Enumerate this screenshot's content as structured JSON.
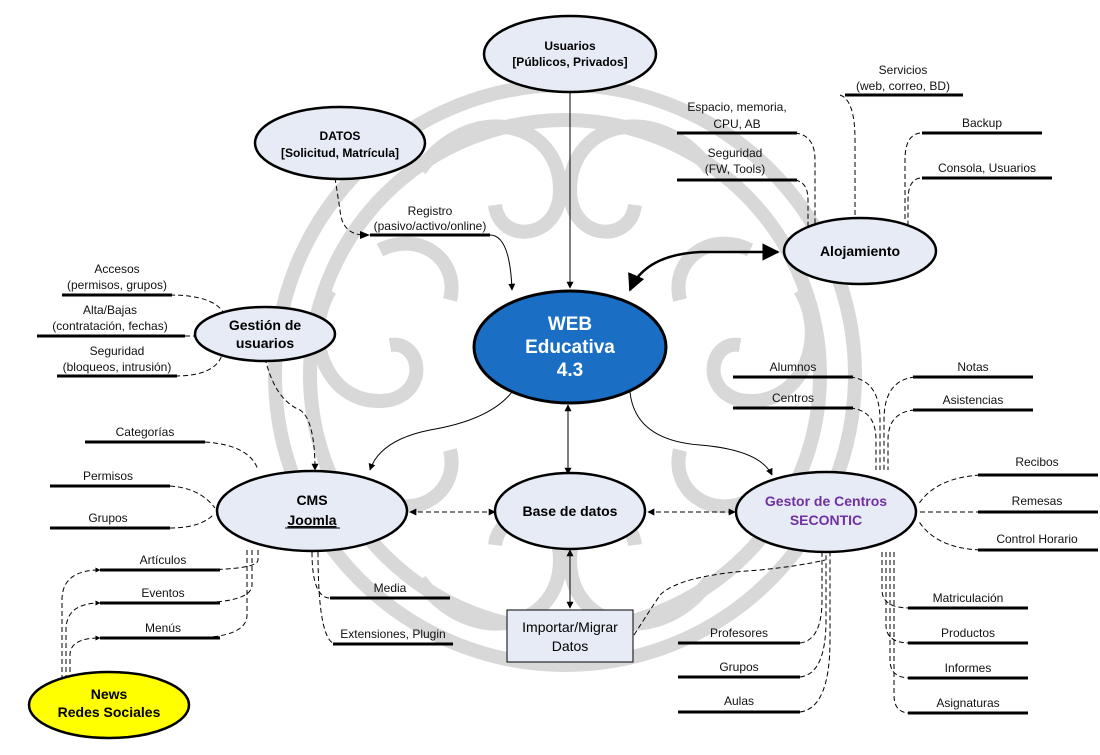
{
  "nodes": {
    "usuarios": {
      "line1": "Usuarios",
      "line2": "[Públicos, Privados]"
    },
    "datos": {
      "line1": "DATOS",
      "line2": "[Solicitud, Matrícula]"
    },
    "web": {
      "line1": "WEB",
      "line2": "Educativa",
      "line3": "4.3"
    },
    "alojamiento": {
      "line1": "Alojamiento"
    },
    "gestion_usuarios": {
      "line1": "Gestión de",
      "line2": "usuarios"
    },
    "cms": {
      "line1": "CMS",
      "line2": "Joomla"
    },
    "base_datos": {
      "line1": "Base de datos"
    },
    "gestor": {
      "line1": "Gestor de Centros",
      "line2": "SECONTIC"
    },
    "importar": {
      "line1": "Importar/Migrar",
      "line2": "Datos"
    },
    "news": {
      "line1": "News",
      "line2": "Redes Sociales"
    }
  },
  "labels": {
    "registro": {
      "line1": "Registro",
      "line2": "(pasivo/activo/online)"
    },
    "espacio": {
      "line1": "Espacio, memoria,",
      "line2": "CPU, AB"
    },
    "seguridad_fw": {
      "line1": "Seguridad",
      "line2": "(FW, Tools)"
    },
    "servicios": {
      "line1": "Servicios",
      "line2": "(web, correo, BD)"
    },
    "backup": "Backup",
    "consola": "Consola, Usuarios",
    "accesos": {
      "line1": "Accesos",
      "line2": "(permisos, grupos)"
    },
    "altabajas": {
      "line1": "Alta/Bajas",
      "line2": "(contratación, fechas)"
    },
    "seguridad_bloq": {
      "line1": "Seguridad",
      "line2": "(bloqueos, intrusión)"
    },
    "categorias": "Categorías",
    "permisos": "Permisos",
    "grupos_cms": "Grupos",
    "articulos": "Artículos",
    "eventos": "Eventos",
    "menus": "Menús",
    "media": "Media",
    "extensiones": "Extensiones, Plugin",
    "alumnos": "Alumnos",
    "centros": "Centros",
    "notas": "Notas",
    "asistencias": "Asistencias",
    "recibos": "Recibos",
    "remesas": "Remesas",
    "control_horario": "Control Horario",
    "matriculacion": "Matriculación",
    "productos": "Productos",
    "informes": "Informes",
    "asignaturas": "Asignaturas",
    "profesores": "Profesores",
    "grupos_gestor": "Grupos",
    "aulas": "Aulas"
  },
  "colors": {
    "web_fill": "#1a6fc4",
    "node_fill": "#e6ebf5",
    "news_fill": "#ffff00",
    "gestor_text": "#7030a0",
    "watermark": "#d8d8d8"
  }
}
